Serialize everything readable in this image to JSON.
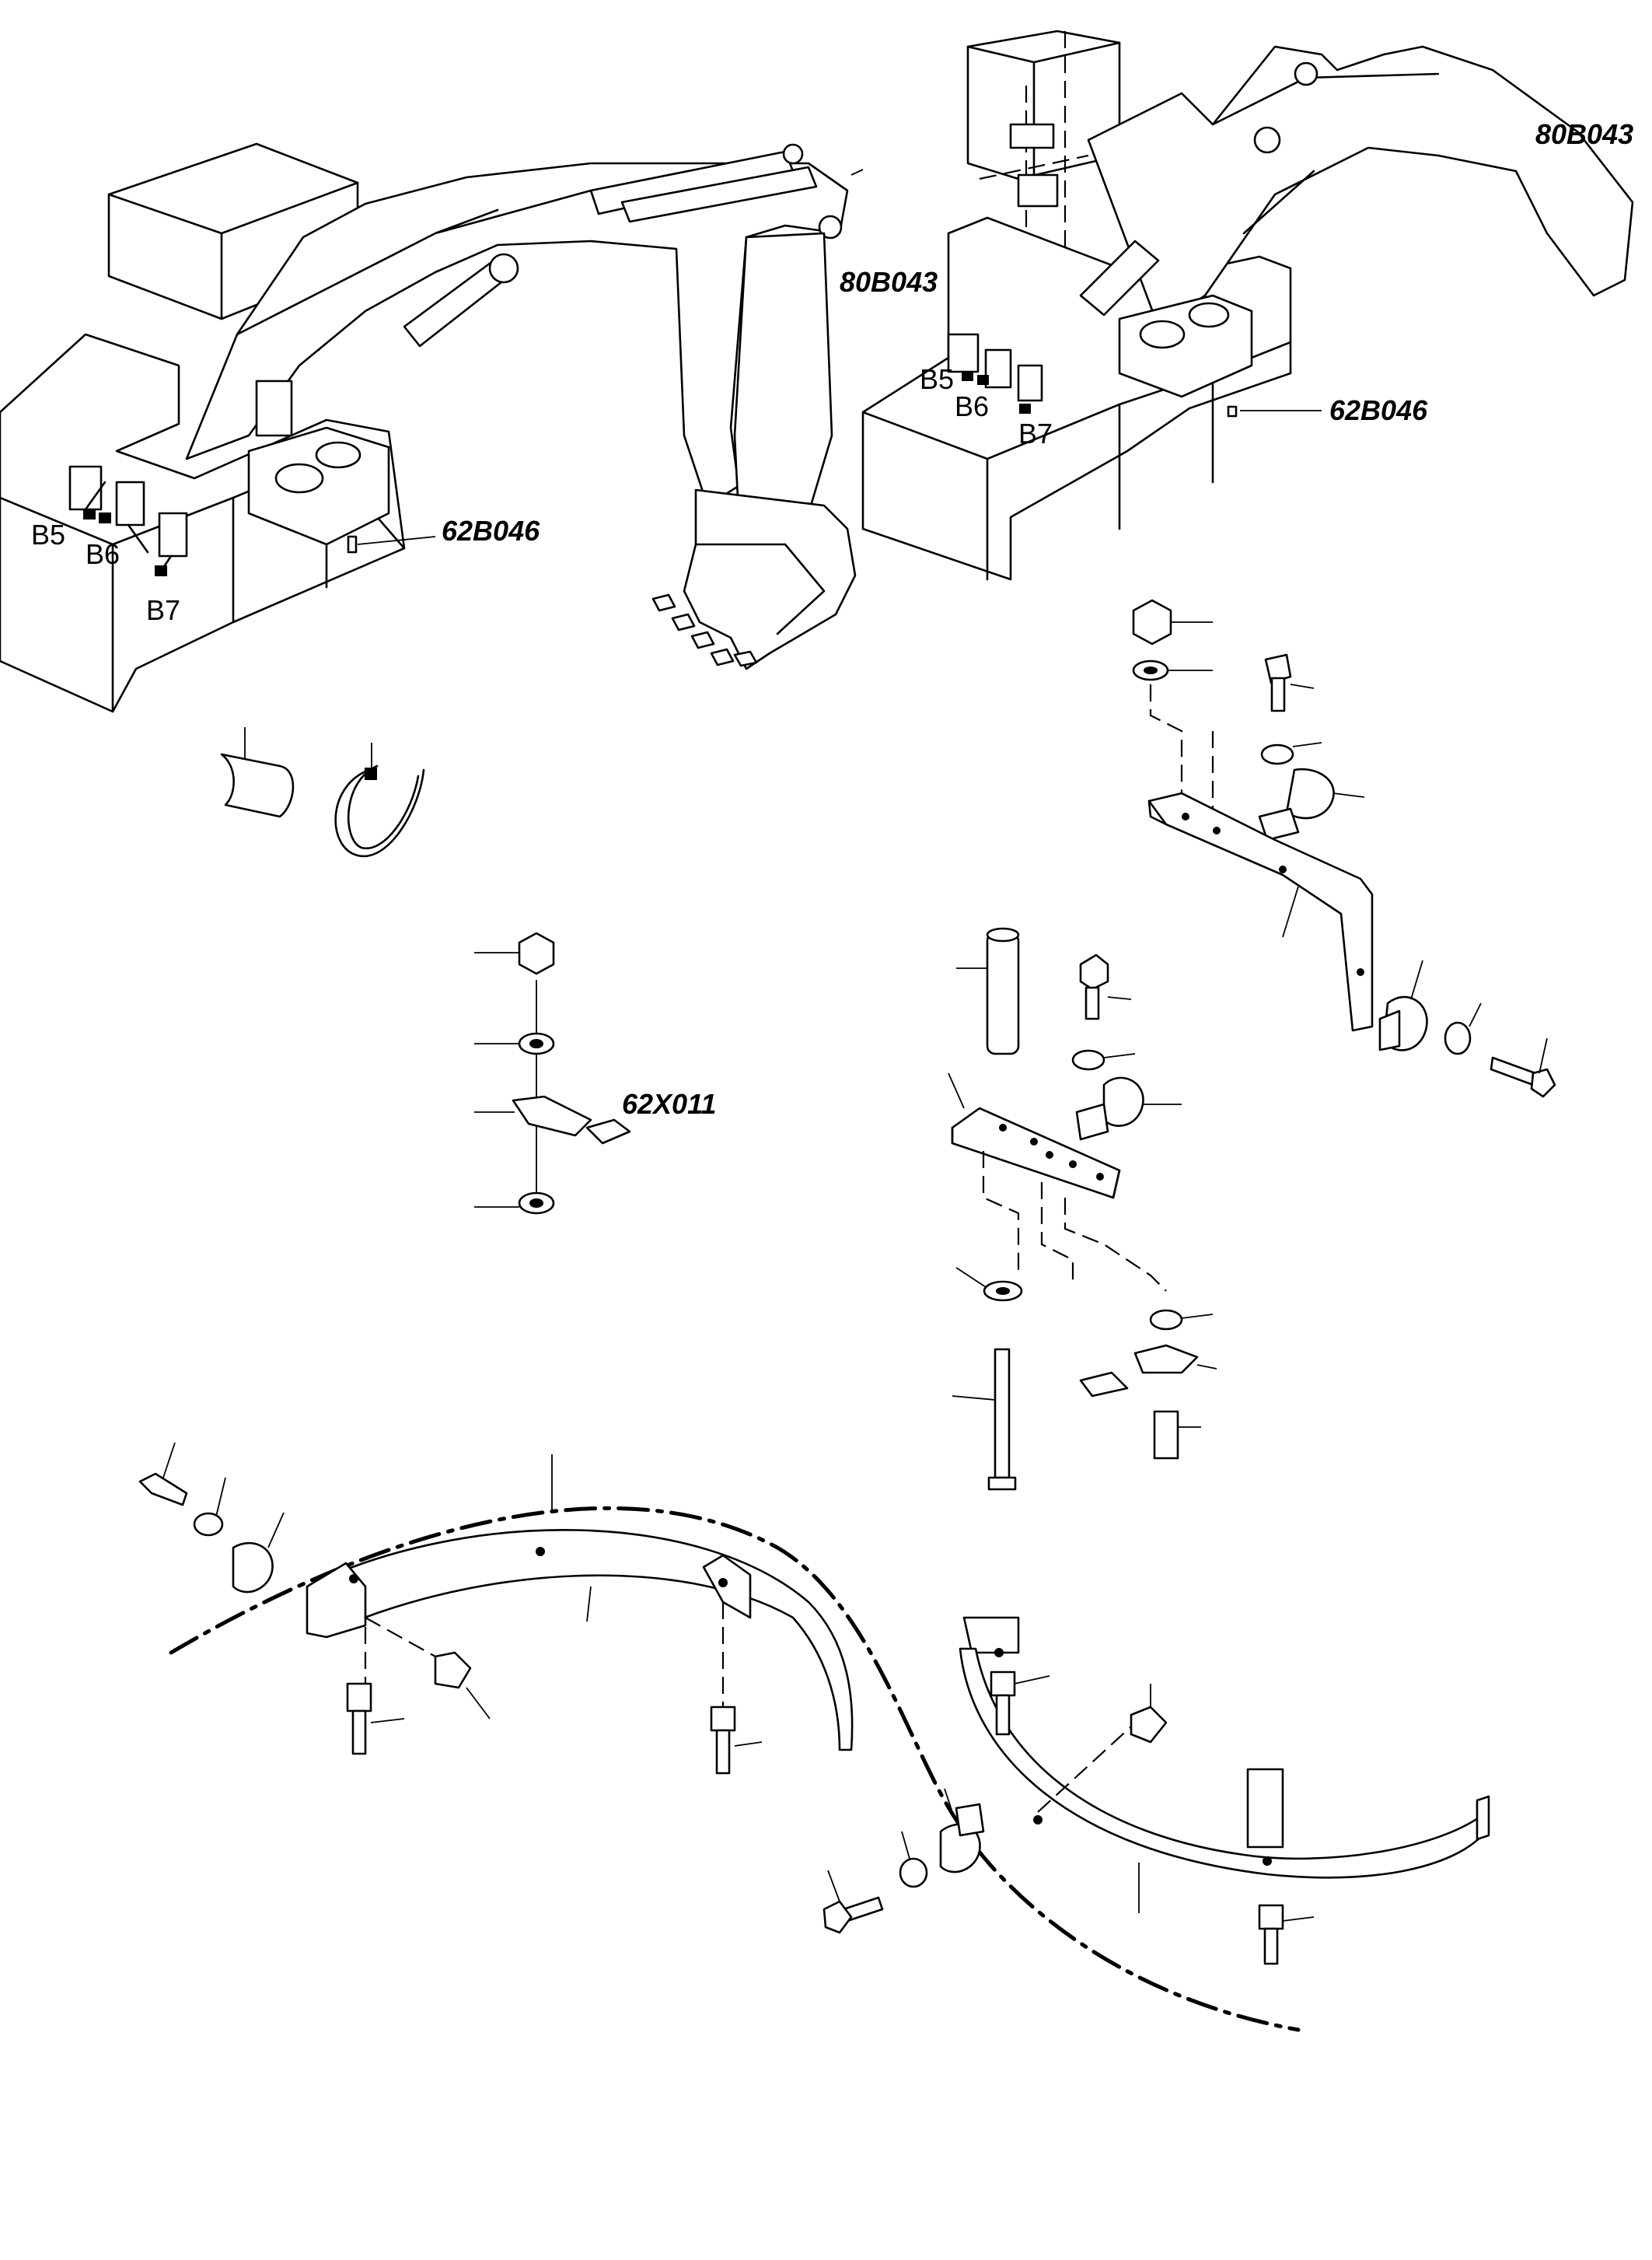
{
  "labels": {
    "sensor_group_left": [
      "B5",
      "B6",
      "B7"
    ],
    "sensor_group_right": [
      "B5",
      "B6",
      "B7"
    ],
    "code_62b046_left": "62B046",
    "code_62b046_right": "62B046",
    "code_80b043_boom": "80B043",
    "code_80b043_arm": "80B043",
    "code_62x011": "62X011"
  }
}
